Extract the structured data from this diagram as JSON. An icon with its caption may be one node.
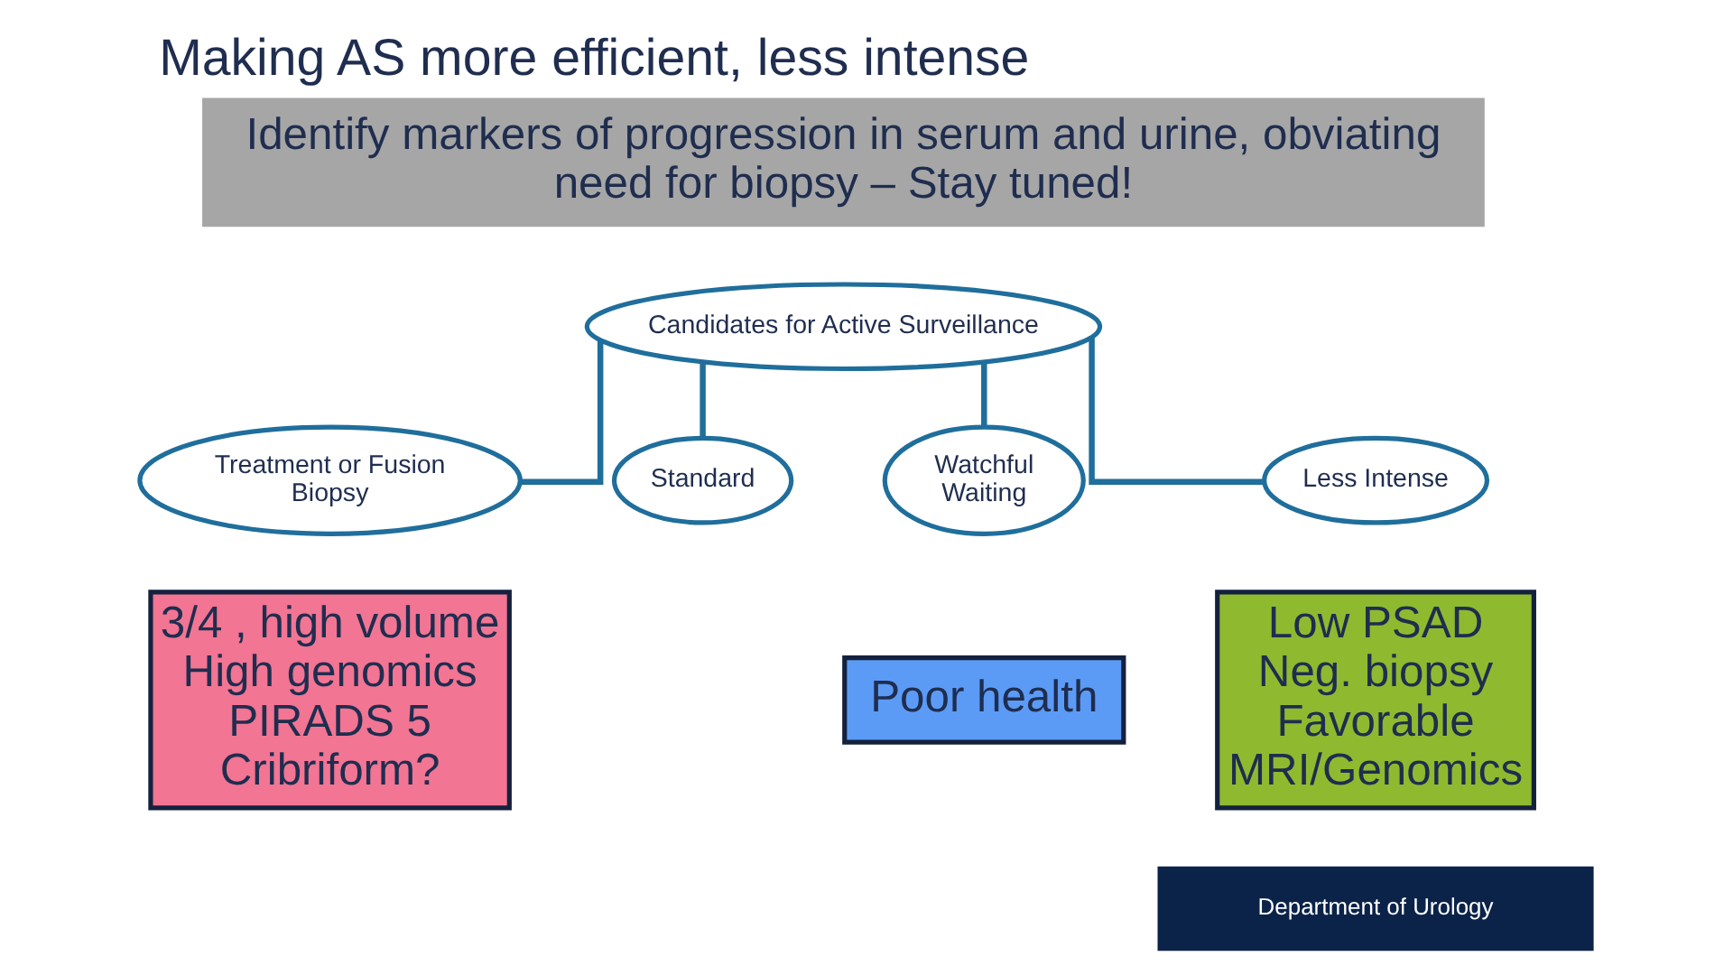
{
  "diagram": {
    "title": "Making AS more efficient, less intense",
    "nodes": [
      {
        "text": [
          "Identify markers of progression in serum and urine, obviating need for biopsy – Stay tuned!"
        ]
      },
      {
        "text": [
          "Candidates for Active Surveillance"
        ]
      },
      {
        "text": [
          "Treatment or Fusion Biopsy"
        ]
      },
      {
        "text": [
          "Standard"
        ]
      },
      {
        "text": [
          "Watchful Waiting"
        ]
      },
      {
        "text": [
          "Less Intense"
        ]
      },
      {
        "text": [
          "3/4 , high volume High genomics PIRADS 5 Cribriform?"
        ]
      },
      {
        "text": [
          "Poor health"
        ]
      },
      {
        "text": [
          "Low PSAD Neg. biopsy Favorable MRI/Genomics"
        ]
      }
    ],
    "edges": [
      {
        "from": 1,
        "to": 2,
        "arrow": "none"
      },
      {
        "from": 1,
        "to": 3,
        "arrow": "none"
      },
      {
        "from": 1,
        "to": 4,
        "arrow": "none"
      },
      {
        "from": 1,
        "to": 5,
        "arrow": "none"
      }
    ],
    "labels": [
      "Department of Urology"
    ]
  }
}
